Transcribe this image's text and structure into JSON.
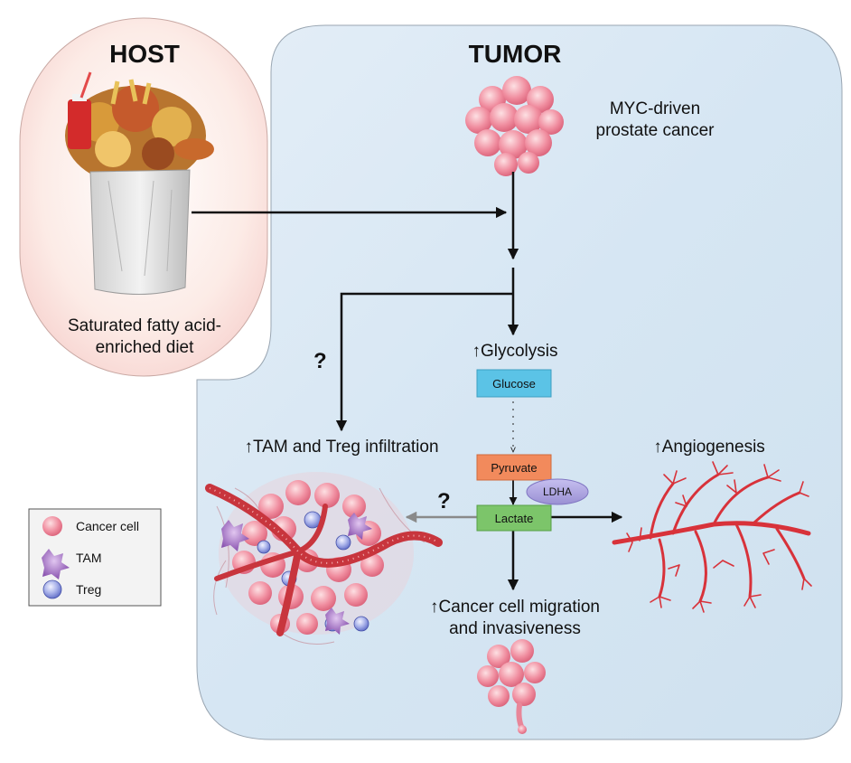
{
  "host": {
    "title": "HOST",
    "diet_line1": "Saturated fatty acid-",
    "diet_line2": "enriched diet"
  },
  "tumor": {
    "title": "TUMOR",
    "cancer_type_line1": "MYC-driven",
    "cancer_type_line2": "prostate cancer"
  },
  "pathway": {
    "glycolysis": "Glycolysis",
    "glucose": "Glucose",
    "pyruvate": "Pyruvate",
    "ldha": "LDHA",
    "lactate": "Lactate",
    "up_arrow": "↑",
    "question": "?"
  },
  "outcomes": {
    "infiltration": "TAM and Treg infiltration",
    "angiogenesis": "Angiogenesis",
    "migration_line1": "Cancer cell migration",
    "migration_line2": "and invasiveness"
  },
  "legend": {
    "items": [
      {
        "label": "Cancer cell",
        "icon": "cancer-cell-icon"
      },
      {
        "label": "TAM",
        "icon": "tam-icon"
      },
      {
        "label": "Treg",
        "icon": "treg-icon"
      }
    ]
  },
  "colors": {
    "tumor_bg": "#d9e8f4",
    "host_bg": "#fbe6df",
    "glucose_box": "#5bc3e6",
    "pyruvate_box": "#f28a5c",
    "lactate_box": "#7cc56a",
    "ldha_oval": "#a99fd8",
    "vessel_red": "#d8323a",
    "cancer_pink": "#ef8fa2",
    "tam_purple": "#8a5fb0",
    "treg_blue": "#7f8fd6"
  }
}
